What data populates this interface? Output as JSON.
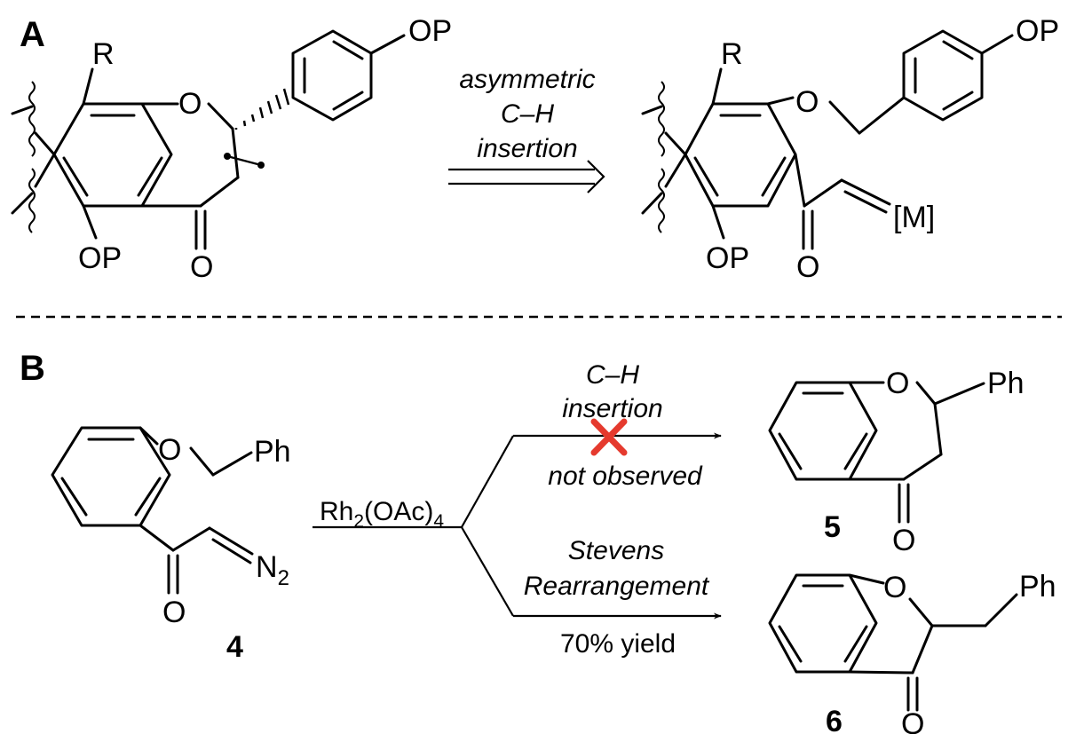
{
  "panels": {
    "a": "A",
    "b": "B"
  },
  "atoms": {
    "r": "R",
    "o": "O",
    "op": "OP",
    "m": "[M]",
    "ph": "Ph",
    "n": "N",
    "n_sub": "2"
  },
  "retro_label": [
    "asymmetric",
    "C–H",
    "insertion"
  ],
  "reagent": {
    "main": "Rh",
    "sub1": "2",
    "mid": "(OAc)",
    "sub2": "4"
  },
  "upper_path": {
    "label_top": [
      "C–H",
      "insertion"
    ],
    "label_bottom": "not observed"
  },
  "lower_path": {
    "label_top": [
      "Stevens",
      "Rearrangement"
    ],
    "label_bottom": "70% yield"
  },
  "compounds": {
    "sm": "4",
    "upper": "5",
    "lower": "6"
  },
  "colors": {
    "cross": "#e53a2e",
    "ink": "#000000"
  }
}
